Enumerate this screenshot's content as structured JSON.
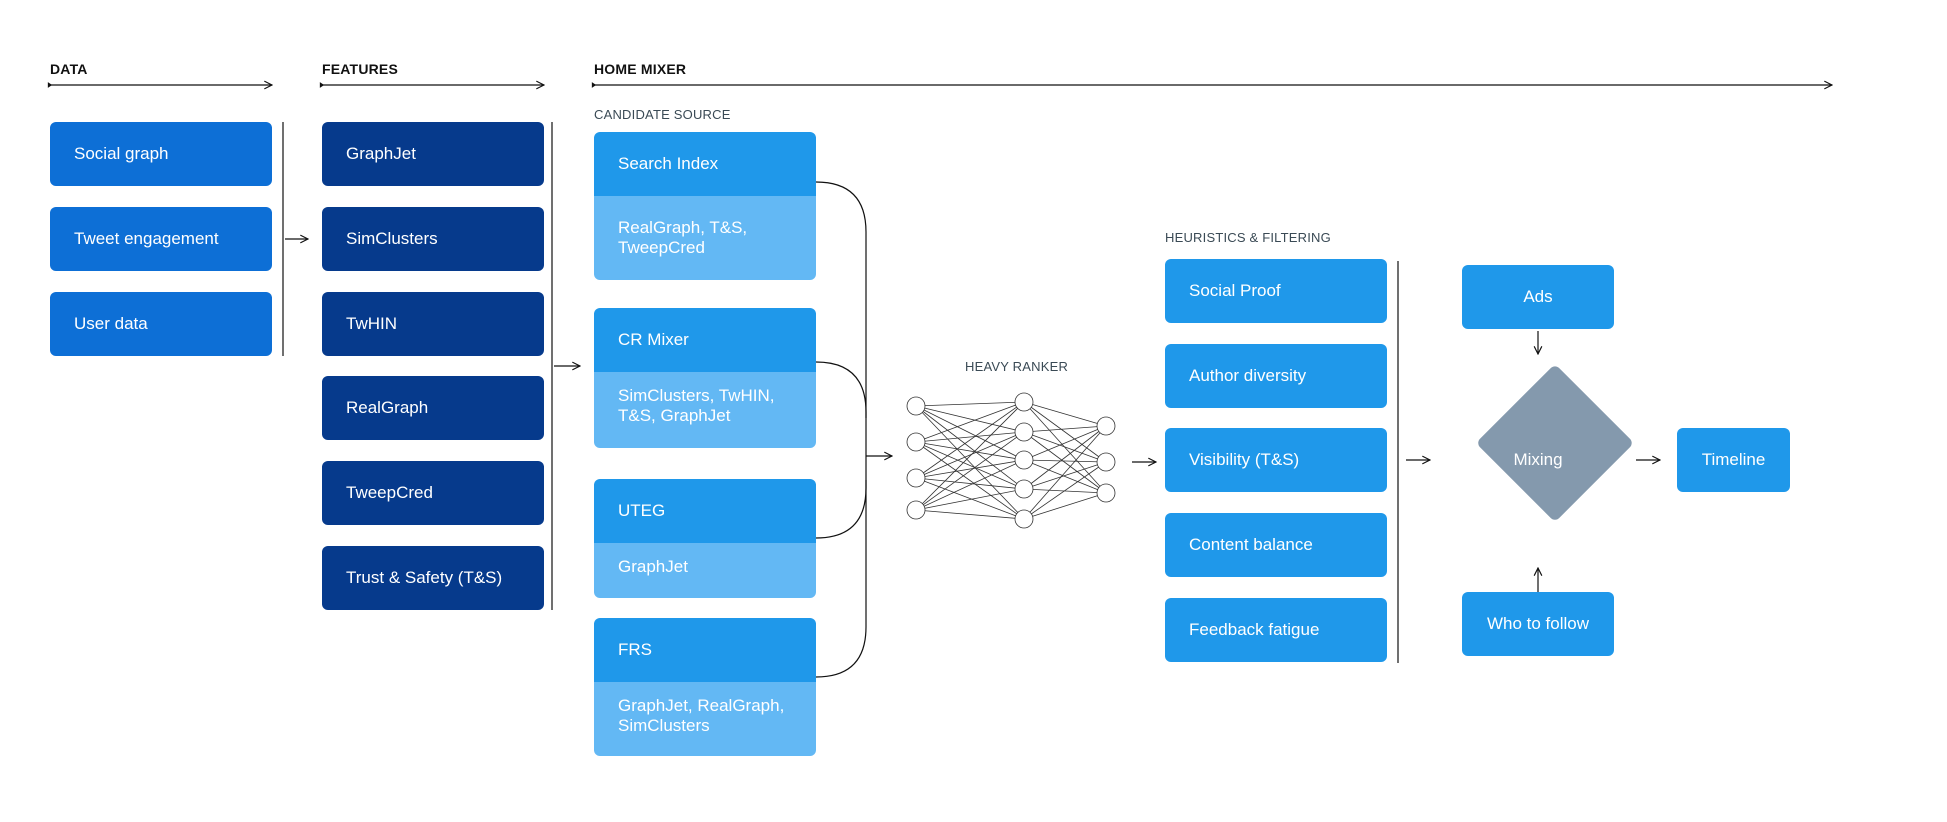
{
  "sections": {
    "data": "DATA",
    "features": "FEATURES",
    "home_mixer": "HOME MIXER"
  },
  "subheaders": {
    "candidate_source": "CANDIDATE SOURCE",
    "heavy_ranker": "HEAVY RANKER",
    "heuristics": "HEURISTICS & FILTERING"
  },
  "data_items": [
    "Social graph",
    "Tweet engagement",
    "User data"
  ],
  "feature_items": [
    "GraphJet",
    "SimClusters",
    "TwHIN",
    "RealGraph",
    "TweepCred",
    "Trust & Safety (T&S)"
  ],
  "candidate_sources": [
    {
      "name": "Search Index",
      "features": "RealGraph, T&S, TweepCred"
    },
    {
      "name": "CR Mixer",
      "features": "SimClusters, TwHIN, T&S, GraphJet"
    },
    {
      "name": "UTEG",
      "features": "GraphJet"
    },
    {
      "name": "FRS",
      "features": "GraphJet, RealGraph, SimClusters"
    }
  ],
  "heuristics": [
    "Social Proof",
    "Author diversity",
    "Visibility (T&S)",
    "Content balance",
    "Feedback fatigue"
  ],
  "mixing": {
    "ads": "Ads",
    "mixing": "Mixing",
    "who_to_follow": "Who to follow",
    "timeline": "Timeline"
  },
  "colors": {
    "data_box": "#0d6fd6",
    "feature_box": "#063a8c",
    "candidate_head": "#1f98ea",
    "candidate_body": "#63b8f4",
    "diamond": "#8499ad"
  }
}
